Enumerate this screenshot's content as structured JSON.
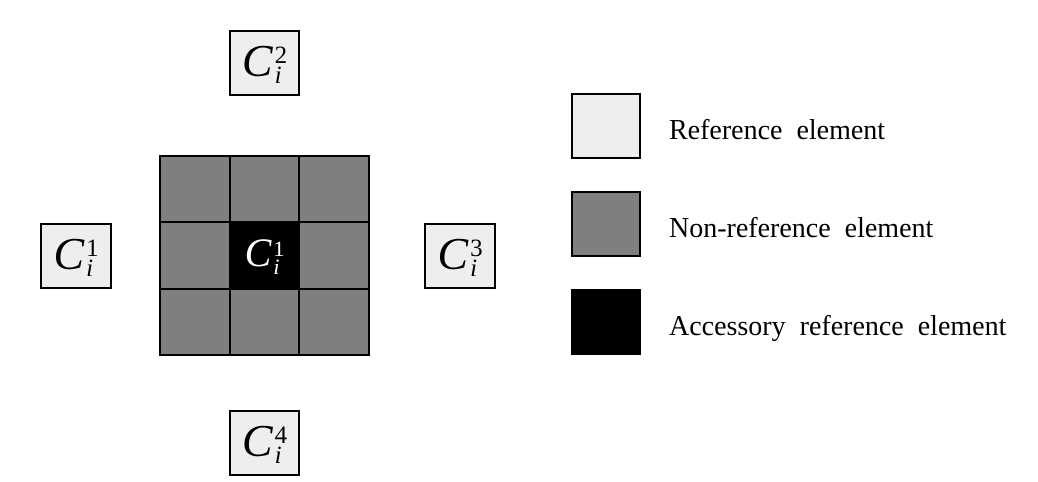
{
  "figure": {
    "center_cell_label": {
      "base": "C",
      "sub": "i",
      "sup": "1"
    },
    "neighbors": {
      "left": {
        "base": "C",
        "sub": "i",
        "sup": "1"
      },
      "top": {
        "base": "C",
        "sub": "i",
        "sup": "2"
      },
      "right": {
        "base": "C",
        "sub": "i",
        "sup": "3"
      },
      "bottom": {
        "base": "C",
        "sub": "i",
        "sup": "4"
      }
    },
    "grid": {
      "rows": 3,
      "cols": 3
    }
  },
  "legend": {
    "items": [
      {
        "label": "Reference element",
        "color": "#eeeeee"
      },
      {
        "label": "Non-reference element",
        "color": "#7f7f7f"
      },
      {
        "label": "Accessory reference element",
        "color": "#000000"
      }
    ]
  },
  "colors": {
    "background": "#ffffff",
    "border": "#000000",
    "reference_fill": "#eeeeee",
    "non_reference_fill": "#7f7f7f",
    "accessory_fill": "#000000",
    "center_label_text": "#ffffff"
  }
}
